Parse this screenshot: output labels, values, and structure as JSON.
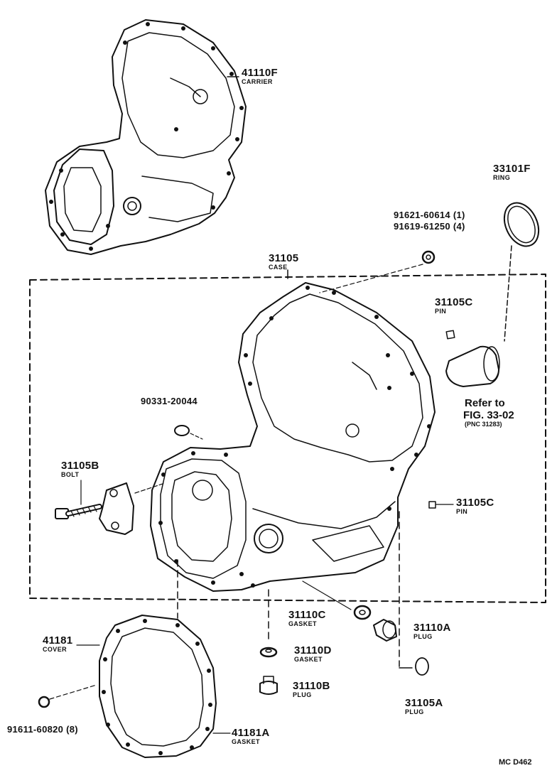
{
  "parts": {
    "carrier": {
      "number": "41110F",
      "name": "CARRIER"
    },
    "ring": {
      "number": "33101F",
      "name": "RING"
    },
    "washer1": {
      "number": "91621-60614 (1)"
    },
    "washer2": {
      "number": "91619-61250 (4)"
    },
    "case": {
      "number": "31105",
      "name": "CASE"
    },
    "pin_top": {
      "number": "31105C",
      "name": "PIN"
    },
    "ref": {
      "line1": "Refer to",
      "line2": "FIG. 33-02",
      "line3": "(PNC 31283)"
    },
    "plug_small": {
      "number": "90331-20044"
    },
    "bolt": {
      "number": "31105B",
      "name": "BOLT"
    },
    "pin_right": {
      "number": "31105C",
      "name": "PIN"
    },
    "gasket_c": {
      "number": "31110C",
      "name": "GASKET"
    },
    "plug_a": {
      "number": "31110A",
      "name": "PLUG"
    },
    "cover": {
      "number": "41181",
      "name": "COVER"
    },
    "gasket_d": {
      "number": "31110D",
      "name": "GASKET"
    },
    "plug_b": {
      "number": "31110B",
      "name": "PLUG"
    },
    "washer3": {
      "number": "91611-60820 (8)"
    },
    "plug_105a": {
      "number": "31105A",
      "name": "PLUG"
    },
    "gasket_a": {
      "number": "41181A",
      "name": "GASKET"
    }
  },
  "figure_code": "MC D462",
  "colors": {
    "ink": "#111111",
    "paper": "#ffffff"
  }
}
